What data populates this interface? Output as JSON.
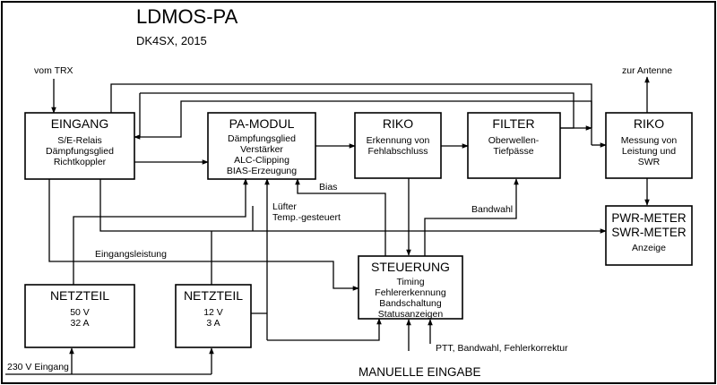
{
  "title": "LDMOS-PA",
  "subtitle": "DK4SX, 2015",
  "blocks": {
    "eingang": {
      "title": "EINGANG",
      "lines": [
        "S/E-Relais",
        "Dämpfungsglied",
        "Richtkoppler"
      ]
    },
    "pa_modul": {
      "title": "PA-MODUL",
      "lines": [
        "Dämpfungsglied",
        "Verstärker",
        "ALC-Clipping",
        "BIAS-Erzeugung"
      ]
    },
    "riko1": {
      "title": "RIKO",
      "lines": [
        "Erkennung von",
        "Fehlabschluss"
      ]
    },
    "filter": {
      "title": "FILTER",
      "lines": [
        "Oberwellen-",
        "Tiefpässe"
      ]
    },
    "riko2": {
      "title": "RIKO",
      "lines": [
        "Messung von",
        "Leistung und",
        "SWR"
      ]
    },
    "meter": {
      "title_lines": [
        "PWR-METER",
        "SWR-METER"
      ],
      "lines": [
        "Anzeige"
      ]
    },
    "steuerung": {
      "title": "STEUERUNG",
      "lines": [
        "Timing",
        "Fehlererkennung",
        "Bandschaltung",
        "Statusanzeigen"
      ]
    },
    "netzteil1": {
      "title": "NETZTEIL",
      "lines": [
        "50 V",
        "32 A"
      ]
    },
    "netzteil2": {
      "title": "NETZTEIL",
      "lines": [
        "12 V",
        "3 A"
      ]
    }
  },
  "labels": {
    "vom_trx": "vom TRX",
    "zur_antenne": "zur Antenne",
    "bias": "Bias",
    "luefter": [
      "Lüfter",
      "Temp.-gesteuert"
    ],
    "bandwahl": "Bandwahl",
    "eingangsleistung": "Eingangsleistung",
    "ptt": "PTT, Bandwahl, Fehlerkorrektur",
    "manuelle_eingabe": "MANUELLE EINGABE",
    "eingang_230": "230 V Eingang"
  }
}
